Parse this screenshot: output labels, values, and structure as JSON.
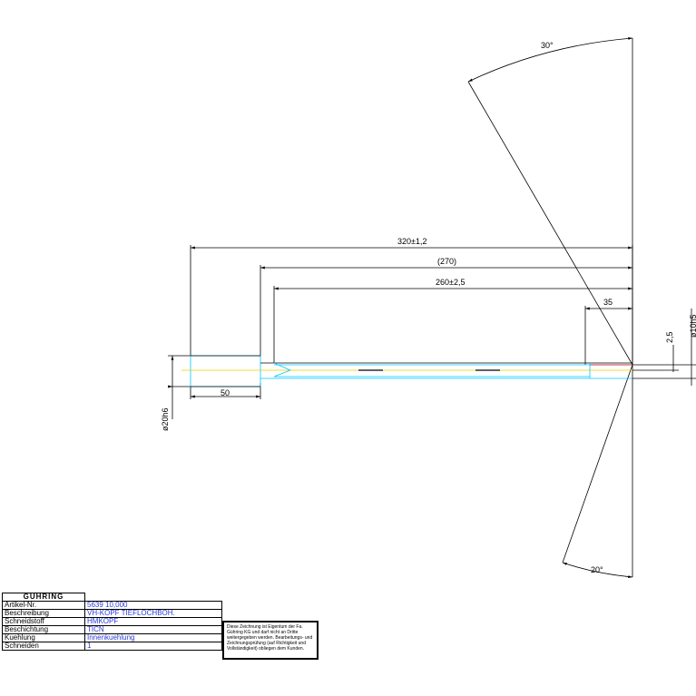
{
  "dimensions": {
    "overall_length": "320±1,2",
    "length_ref": "(270)",
    "length_tol": "260±2,5",
    "head_length": "35",
    "shank_length": "50",
    "shank_dia": "ø20h6",
    "head_dia": "ø10h5",
    "offset": "2,5",
    "angle_top": "30°",
    "angle_bottom": "20°"
  },
  "title_block": {
    "brand": "GÜHRING",
    "rows": [
      {
        "label": "Artikel-Nr.",
        "value": "5639 10,000"
      },
      {
        "label": "Beschreibung",
        "value": "VH-KOPF TIEFLOCHBOH."
      },
      {
        "label": "Schneidstoff",
        "value": "HMKOPF"
      },
      {
        "label": "Beschichtung",
        "value": "TICN"
      },
      {
        "label": "Kuehlung",
        "value": "Innenkuehlung"
      },
      {
        "label": "Schneiden",
        "value": "1"
      }
    ]
  },
  "notice": "Diese Zeichnung ist Eigentum der Fa. Gühring KG und darf nicht an Dritte weitergegeben werden. Bearbeitungs- und Zeichnungsprüfung (auf Richtigkeit und Vollständigkeit) obliegen dem Kunden.",
  "colors": {
    "line": "#000000",
    "cyan": "#00c8ff",
    "yellow": "#e6d000",
    "red": "#e00000",
    "blue": "#2b3bd6"
  }
}
